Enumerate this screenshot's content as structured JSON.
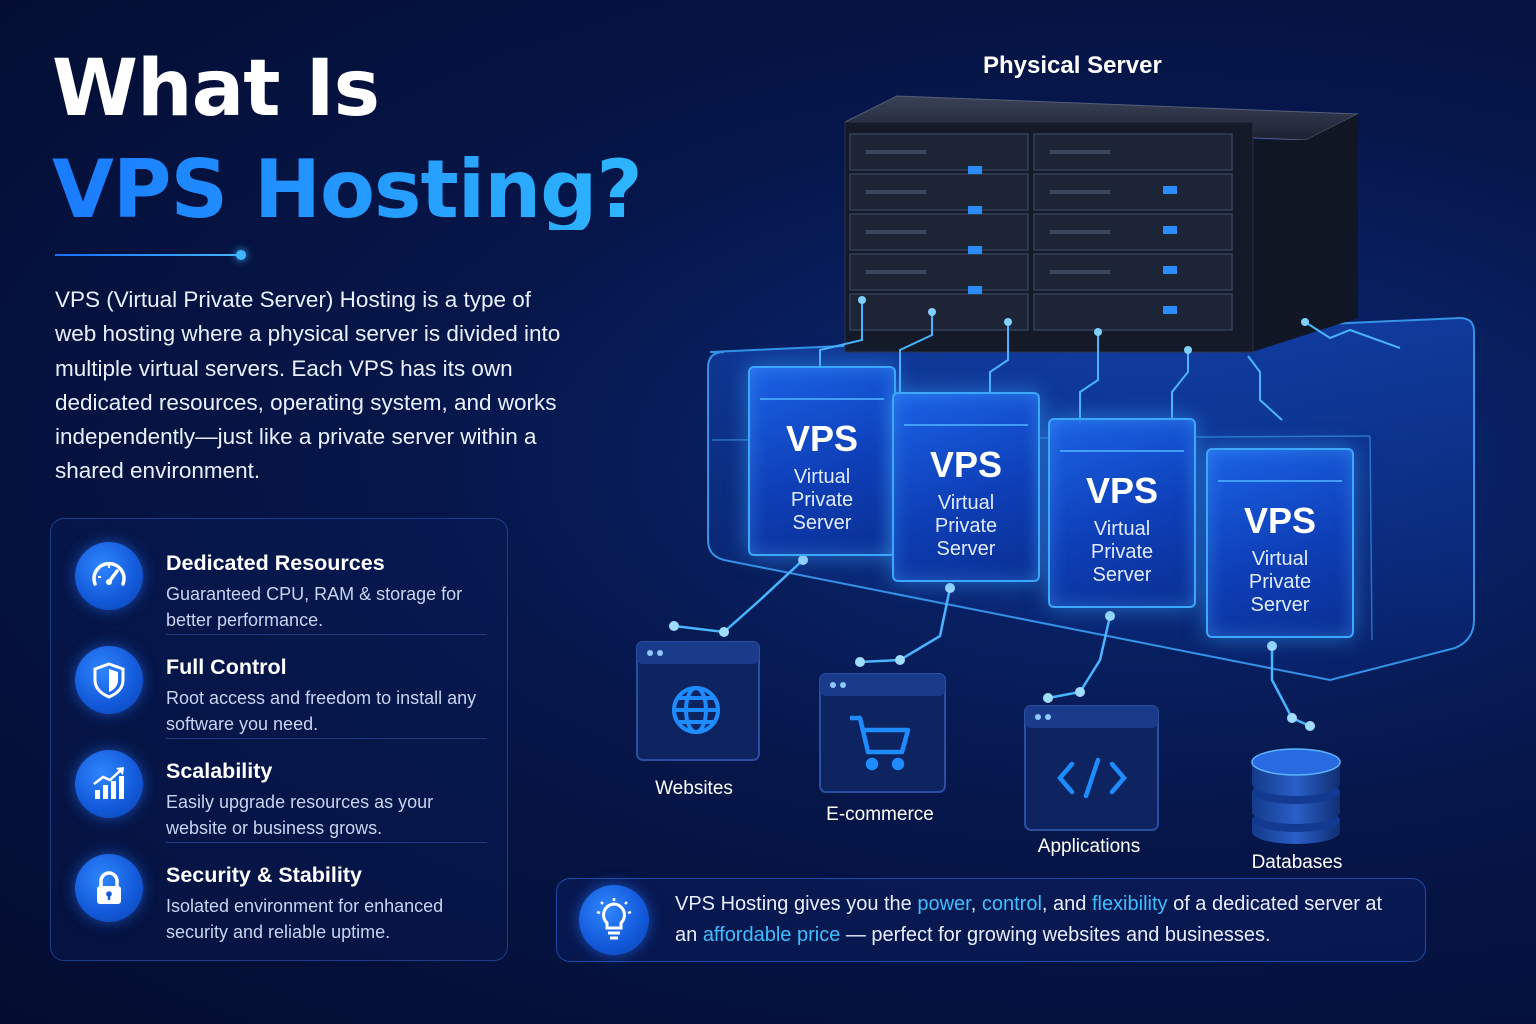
{
  "title": {
    "line1": "What Is",
    "line2": "VPS Hosting?"
  },
  "intro": "VPS (Virtual Private Server) Hosting is a type of web hosting where a physical server is divided into multiple virtual servers. Each VPS has its own dedicated resources, operating system, and works independently—just like a private server within a shared environment.",
  "features": [
    {
      "icon": "speedometer-icon",
      "title": "Dedicated Resources",
      "desc": "Guaranteed CPU, RAM & storage for better performance."
    },
    {
      "icon": "shield-icon",
      "title": "Full Control",
      "desc": "Root access and freedom to install any software you need."
    },
    {
      "icon": "growth-chart-icon",
      "title": "Scalability",
      "desc": "Easily upgrade resources as your website or business grows."
    },
    {
      "icon": "padlock-icon",
      "title": "Security & Stability",
      "desc": "Isolated environment for enhanced security and reliable uptime."
    }
  ],
  "diagram": {
    "server_label": "Physical Server",
    "vps_units": [
      {
        "title": "VPS",
        "subtitle": "Virtual Private Server"
      },
      {
        "title": "VPS",
        "subtitle": "Virtual Private Server"
      },
      {
        "title": "VPS",
        "subtitle": "Virtual Private Server"
      },
      {
        "title": "VPS",
        "subtitle": "Virtual Private Server"
      }
    ],
    "targets": [
      {
        "icon": "globe-icon",
        "label": "Websites"
      },
      {
        "icon": "shopping-cart-icon",
        "label": "E-commerce"
      },
      {
        "icon": "code-icon",
        "label": "Applications"
      },
      {
        "icon": "database-icon",
        "label": "Databases"
      }
    ]
  },
  "callout": {
    "icon": "lightbulb-icon",
    "t1": "VPS Hosting gives you the ",
    "h1": "power",
    "t2": ", ",
    "h2": "control",
    "t3": ", and ",
    "h3": "flexibility",
    "t4": " of a dedicated server at an ",
    "h4": "affordable price",
    "t5": " — perfect for growing websites and businesses."
  },
  "colors": {
    "accent": "#1e90ff",
    "highlight": "#3fbfff",
    "background": "#06164a"
  }
}
